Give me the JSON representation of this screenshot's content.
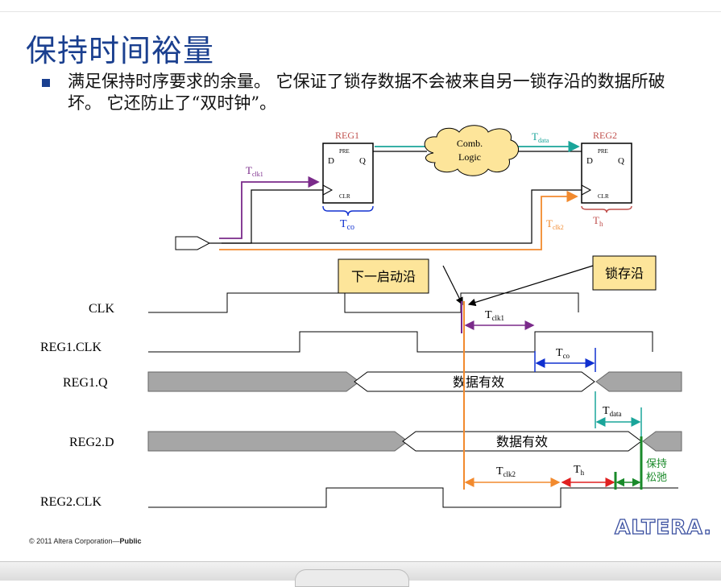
{
  "slide": {
    "title": "保持时间裕量",
    "bullet": "满足保持时序要求的余量。 它保证了锁存数据不会被来自另一锁存沿的数据所破坏。 它还防止了“双时钟”。"
  },
  "circuit": {
    "reg1_name": "REG1",
    "reg2_name": "REG2",
    "pre": "PRE",
    "d": "D",
    "q": "Q",
    "clr": "CLR",
    "comb_line1": "Comb.",
    "comb_line2": "Logic",
    "t_data": "T",
    "t_data_sub": "data",
    "t_clk1": "T",
    "t_clk1_sub": "clk1",
    "t_co": "T",
    "t_co_sub": "co",
    "t_clk2": "T",
    "t_clk2_sub": "clk2",
    "t_h": "T",
    "t_h_sub": "h"
  },
  "callouts": {
    "next_edge": "下一启动沿",
    "latch_edge": "锁存沿"
  },
  "timing": {
    "sig_clk": "CLK",
    "sig_reg1_clk": "REG1.CLK",
    "sig_reg1_q": "REG1.Q",
    "sig_reg2_d": "REG2.D",
    "sig_reg2_clk": "REG2.CLK",
    "data_valid_1": "数据有效",
    "data_valid_2": "数据有效",
    "t_clk1": "T",
    "t_clk1_sub": "clk1",
    "t_co": "T",
    "t_co_sub": "co",
    "t_data": "T",
    "t_data_sub": "data",
    "t_clk2": "T",
    "t_clk2_sub": "clk2",
    "t_h": "T",
    "t_h_sub": "h",
    "slack_line1": "保持",
    "slack_line2": "松弛"
  },
  "colors": {
    "title": "#1a3f8f",
    "purple": "#7a2a8a",
    "teal": "#1aa59a",
    "orange": "#f28a2e",
    "blue": "#1030d0",
    "red": "#e02020",
    "green": "#1a8a2a",
    "callout_fill": "#fde59a",
    "bus_gray": "#a6a6a6",
    "reg_red": "#c0504d"
  },
  "footer": {
    "copyright": "© 2011 Altera Corporation—",
    "public": "Public",
    "logo": "ALTERA."
  }
}
